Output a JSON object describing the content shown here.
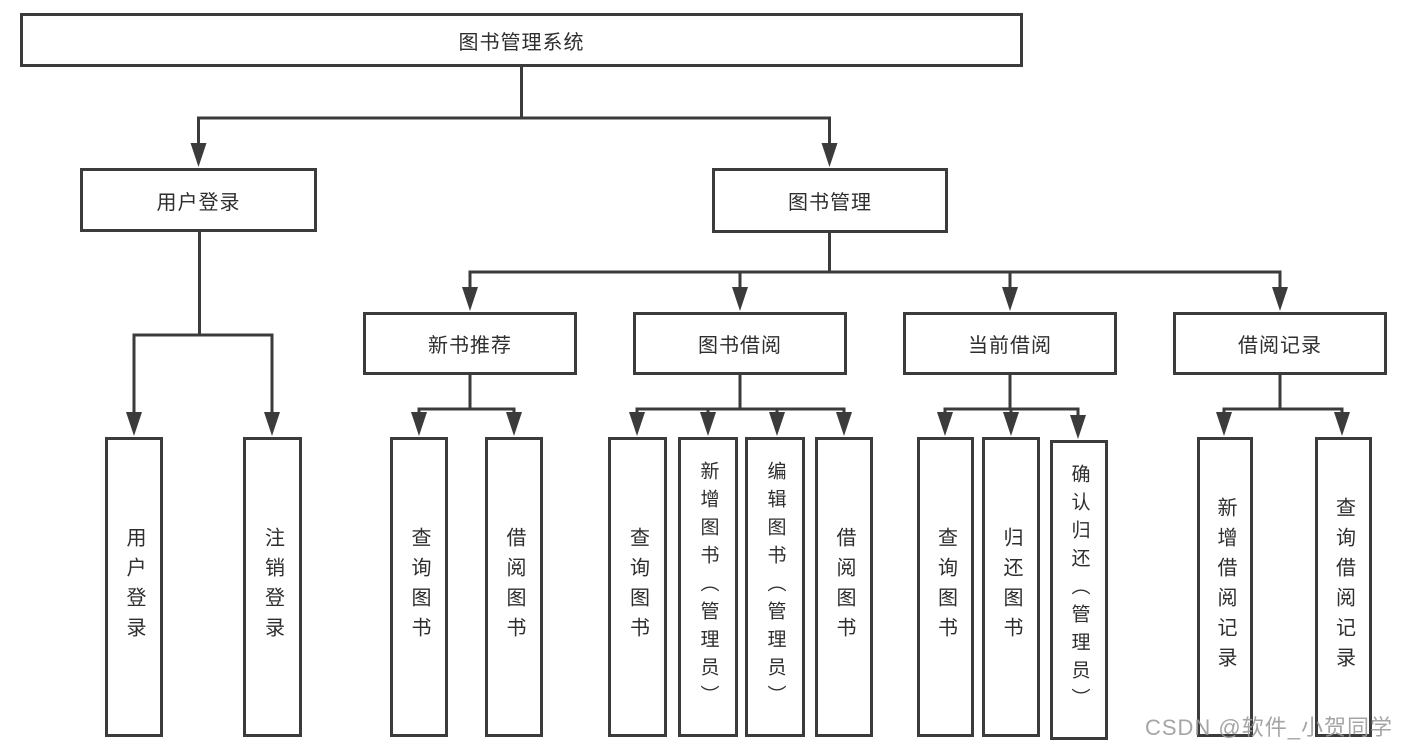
{
  "diagram": {
    "type": "hierarchy-tree",
    "colors": {
      "line": "#3b3b3b",
      "box_border": "#3b3b3b",
      "text": "#2e2e2e",
      "watermark": "#9b9b9b",
      "background": "#ffffff"
    },
    "nodes": {
      "root": "图书管理系统",
      "level2": [
        "用户登录",
        "图书管理"
      ],
      "level3": [
        "新书推荐",
        "图书借阅",
        "当前借阅",
        "借阅记录"
      ],
      "leaves": {
        "user_login": [
          "用户登录",
          "注销登录"
        ],
        "new_book_recommend": [
          "查询图书",
          "借阅图书"
        ],
        "book_borrow": [
          "查询图书",
          "新增图书（管理员）",
          "编辑图书（管理员）",
          "借阅图书"
        ],
        "current_borrow": [
          "查询图书",
          "归还图书",
          "确认归还（管理员）"
        ],
        "borrow_records": [
          "新增借阅记录",
          "查询借阅记录"
        ]
      }
    }
  },
  "watermark": {
    "text": "CSDN @软件_小贺同学"
  }
}
